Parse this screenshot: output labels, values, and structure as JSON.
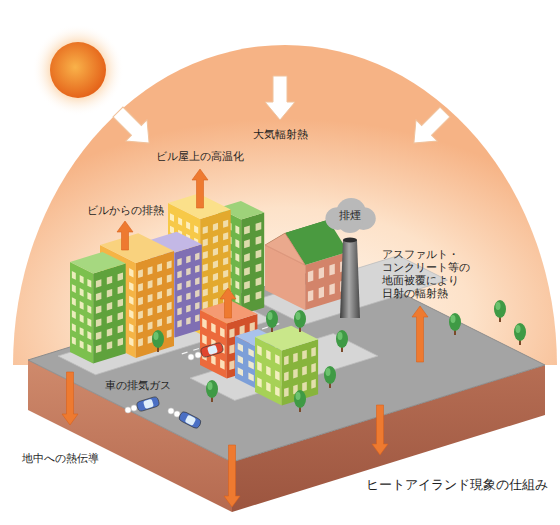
{
  "diagram": {
    "caption": "ヒートアイランド現象の仕組み",
    "nodes": [
      {
        "text": [
          "排煙"
        ]
      }
    ],
    "labels": [
      "大気輻射熱",
      "ビル屋上の高温化",
      "ビルからの排熱",
      "アスファルト・ コンクリート等の 地面被覆により 日射の輻射熱",
      "車の排気ガス",
      "地中への熱伝導"
    ]
  }
}
